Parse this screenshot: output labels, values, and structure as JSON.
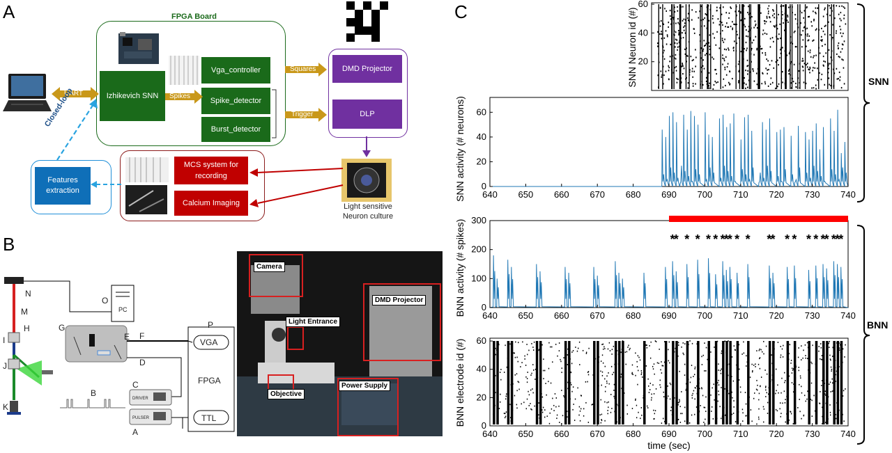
{
  "panels": {
    "a": "A",
    "b": "B",
    "c": "C"
  },
  "panelA": {
    "fpga_board": "FPGA Board",
    "izhikevich": "Izhikevich SNN",
    "vga": "Vga_controller",
    "spike_det": "Spike_detector",
    "burst_det": "Burst_detector",
    "dmd": "DMD Projector",
    "dlp": "DLP",
    "uart": "UART",
    "spikes": "Spikes",
    "squares": "Squares",
    "trigger": "Trigger",
    "closed_loop": "Closed-loop",
    "features": "Features extraction",
    "mcs": "MCS system for recording",
    "calcium": "Calcium Imaging",
    "culture": "Light sensitive Neuron culture"
  },
  "panelB": {
    "letters": [
      "N",
      "M",
      "H",
      "I",
      "J",
      "K",
      "G",
      "E",
      "F",
      "D",
      "C",
      "B",
      "A",
      "O",
      "P"
    ],
    "pc": "PC",
    "vga": "VGA",
    "fpga": "FPGA",
    "ttl": "TTL",
    "driver": "DRIVER",
    "pulser": "PULSER",
    "photo_labels": {
      "camera": "Camera",
      "light_entrance": "Light Entrance",
      "dmd": "DMD Projector",
      "objective": "Objective",
      "power": "Power Supply"
    }
  },
  "panelC": {
    "snn_raster_ylabel": "SNN Neuron id (#)",
    "snn_act_ylabel": "SNN activity (# neurons)",
    "bnn_act_ylabel": "BNN activity (# spikes)",
    "bnn_raster_ylabel": "BNN electrode  id (#)",
    "xlabel": "time (sec)",
    "bracket_snn": "SNN",
    "bracket_bnn": "BNN",
    "star": "*"
  },
  "chart_data": [
    {
      "type": "scatter",
      "ylabel": "SNN Neuron id (#)",
      "yticks": [
        20,
        40,
        60
      ],
      "ylim": [
        0,
        61
      ],
      "note": "raster"
    },
    {
      "type": "line",
      "ylabel": "SNN activity (# neurons)",
      "xlim": [
        640,
        740
      ],
      "ylim": [
        0,
        72
      ],
      "xticks": [
        640,
        650,
        660,
        670,
        680,
        690,
        700,
        710,
        720,
        730,
        740
      ],
      "yticks": [
        0,
        20,
        40,
        60
      ],
      "series": [
        {
          "color": "#1f77b4",
          "x": [
            640,
            687,
            688,
            689,
            690,
            691,
            692,
            693,
            694,
            695,
            696,
            697,
            698,
            700,
            701,
            702,
            704,
            705,
            706,
            707,
            708,
            710,
            711,
            712,
            713,
            715,
            716,
            717,
            718,
            720,
            721,
            722,
            724,
            725,
            726,
            728,
            729,
            730,
            731,
            732,
            733,
            735,
            736,
            737,
            738,
            739,
            740
          ],
          "y": [
            0,
            0,
            46,
            40,
            57,
            60,
            52,
            2,
            58,
            46,
            61,
            57,
            50,
            60,
            42,
            40,
            55,
            58,
            48,
            51,
            59,
            38,
            56,
            58,
            45,
            3,
            52,
            46,
            55,
            44,
            46,
            48,
            41,
            3,
            49,
            44,
            38,
            45,
            51,
            30,
            48,
            55,
            45,
            62,
            27,
            36,
            22
          ]
        }
      ]
    },
    {
      "type": "line",
      "ylabel": "BNN activity (# spikes)",
      "xlim": [
        640,
        740
      ],
      "ylim": [
        0,
        300
      ],
      "xticks": [
        640,
        650,
        660,
        670,
        680,
        690,
        700,
        710,
        720,
        730,
        740
      ],
      "yticks": [
        0,
        100,
        200,
        300
      ],
      "stimulation_bar": [
        690,
        740
      ],
      "stars_x": [
        691,
        692,
        695,
        698,
        701,
        703,
        705,
        706,
        707,
        709,
        712,
        718,
        719,
        723,
        725,
        729,
        731,
        733,
        734,
        736,
        737,
        738
      ],
      "series": [
        {
          "color": "#1f77b4",
          "x": [
            641,
            642,
            645,
            646,
            653,
            654,
            661,
            662,
            669,
            670,
            675,
            676,
            677,
            683,
            689,
            691,
            692,
            695,
            698,
            701,
            703,
            705,
            706,
            707,
            709,
            712,
            718,
            719,
            723,
            725,
            729,
            731,
            733,
            734,
            736,
            737,
            738
          ],
          "y": [
            180,
            100,
            165,
            140,
            150,
            125,
            140,
            120,
            140,
            110,
            160,
            120,
            100,
            120,
            140,
            160,
            125,
            150,
            165,
            170,
            115,
            160,
            130,
            140,
            120,
            150,
            145,
            120,
            140,
            145,
            130,
            145,
            150,
            135,
            160,
            150,
            140
          ]
        }
      ]
    },
    {
      "type": "scatter",
      "ylabel": "BNN electrode  id (#)",
      "xlabel": "time (sec)",
      "xlim": [
        640,
        740
      ],
      "ylim": [
        0,
        62
      ],
      "xticks": [
        640,
        650,
        660,
        670,
        680,
        690,
        700,
        710,
        720,
        730,
        740
      ],
      "yticks": [
        0,
        20,
        40,
        60
      ],
      "note": "raster"
    }
  ]
}
